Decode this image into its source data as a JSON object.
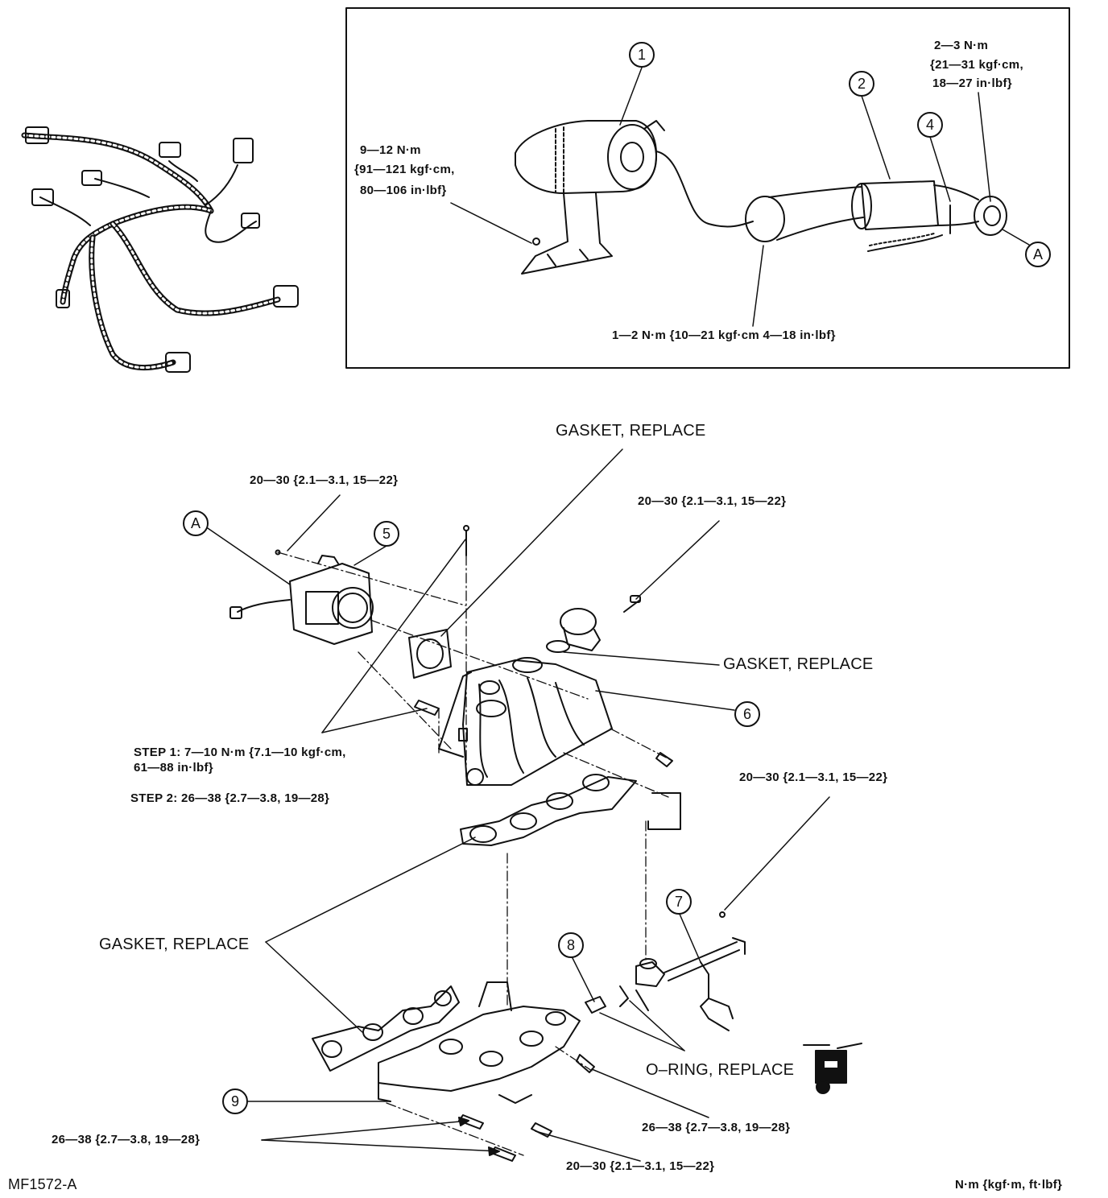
{
  "figure_id": "MF1572-A",
  "units_note": "N·m {kgf·m, ft·lbf}",
  "inset": {
    "torques": {
      "egr_mount": [
        "9—12 N·m",
        "{91—121 kgf·cm,",
        "80—106 in·lbf}"
      ],
      "sensor_connector": [
        "2—3 N·m",
        "{21—31 kgf·cm,",
        "18—27 in·lbf}"
      ],
      "hose_clamp": "1—2 N·m {10—21 kgf·cm 4—18 in·lbf}"
    },
    "callouts": [
      "1",
      "2",
      "4",
      "A"
    ]
  },
  "main": {
    "callouts": [
      "A",
      "5",
      "6",
      "7",
      "8",
      "9"
    ],
    "labels": {
      "gasket_top": "GASKET, REPLACE",
      "gasket_right": "GASKET, REPLACE",
      "gasket_left": "GASKET, REPLACE",
      "oring": "O–RING, REPLACE",
      "tq_throttle": "20—30 {2.1—3.1, 15—22}",
      "tq_egr": "20—30 {2.1—3.1, 15—22}",
      "tq_fuelrail": "20—30 {2.1—3.1, 15—22}",
      "tq_bottom": "20—30 {2.1—3.1, 15—22}",
      "step1_a": "STEP 1: 7—10 N·m {7.1—10 kgf·cm,",
      "step1_b": "61—88 in·lbf}",
      "step2": "STEP 2: 26—38 {2.7—3.8, 19—28}",
      "tq_lower_right": "26—38 {2.7—3.8, 19—28}",
      "tq_lower_left": "26—38 {2.7—3.8, 19—28}"
    }
  }
}
